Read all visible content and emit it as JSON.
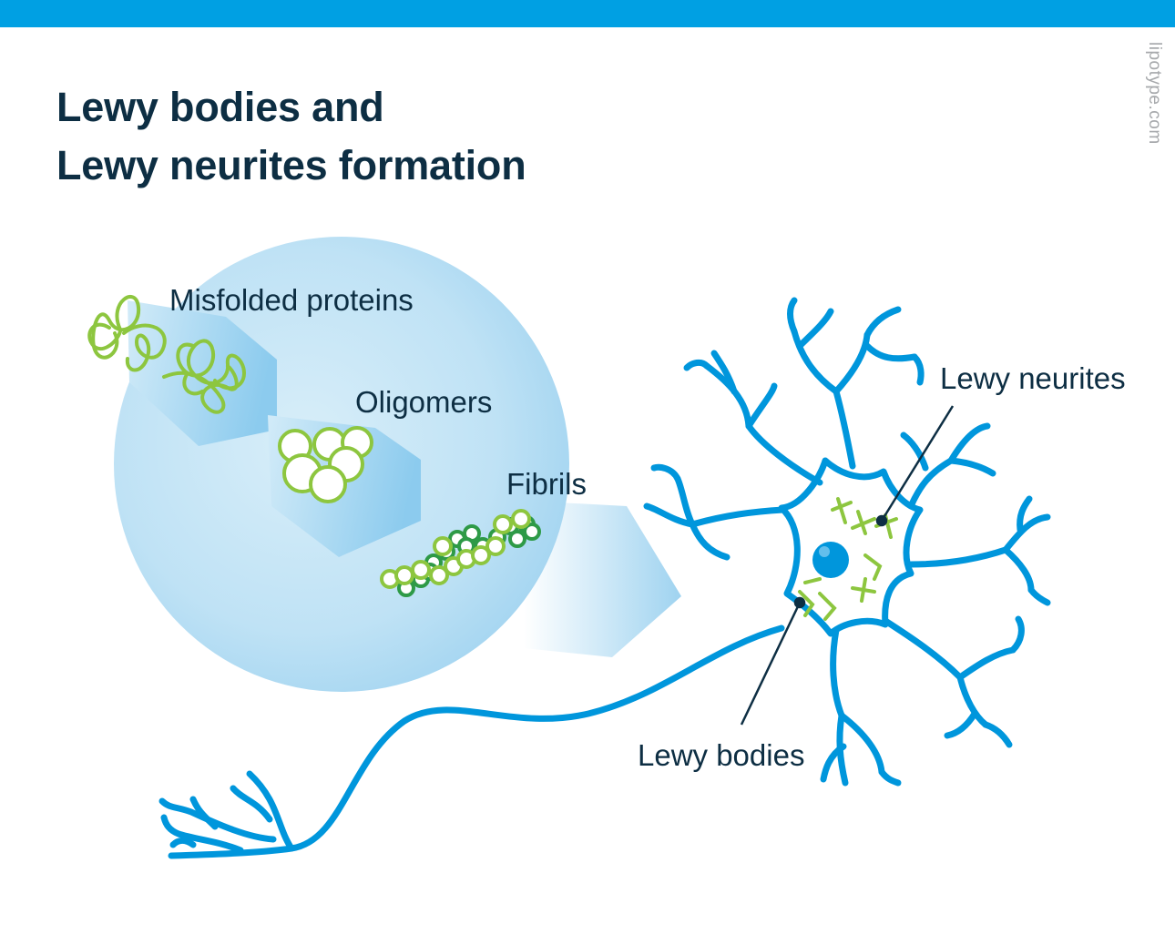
{
  "title": {
    "line1": "Lewy bodies and",
    "line2": "Lewy neurites formation"
  },
  "watermark": "lipotype.com",
  "labels": {
    "misfolded": "Misfolded proteins",
    "oligomers": "Oligomers",
    "fibrils": "Fibrils",
    "lewy_neurites": "Lewy neurites",
    "lewy_bodies": "Lewy bodies"
  },
  "colors": {
    "top_bar": "#00a0e3",
    "title_text": "#0d2e43",
    "neuron": "#0096dc",
    "light_green": "#8dc63f",
    "dark_green": "#2e9a47",
    "watermark": "#a7a9ac"
  }
}
